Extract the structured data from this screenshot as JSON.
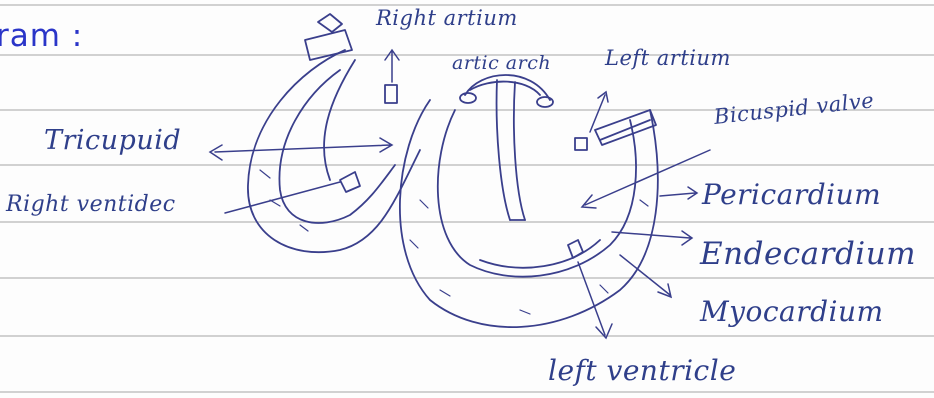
{
  "page": {
    "heading": "ram :",
    "line_color": "#b7b7b7",
    "ink_color": "#2f3f8a",
    "heading_color": "#2a35c8"
  },
  "labels": {
    "right_atrium": "Right artium",
    "aortic_arch": "artic arch",
    "left_atrium": "Left artium",
    "tricuspid": "Tricupuid",
    "bicuspid_valve": "Bicuspid valve",
    "right_ventricle": "Right ventidec",
    "pericardium": "Pericardium",
    "endocardium": "Endecardium",
    "myocardium": "Myocardium",
    "left_ventricle": "left ventricle"
  }
}
